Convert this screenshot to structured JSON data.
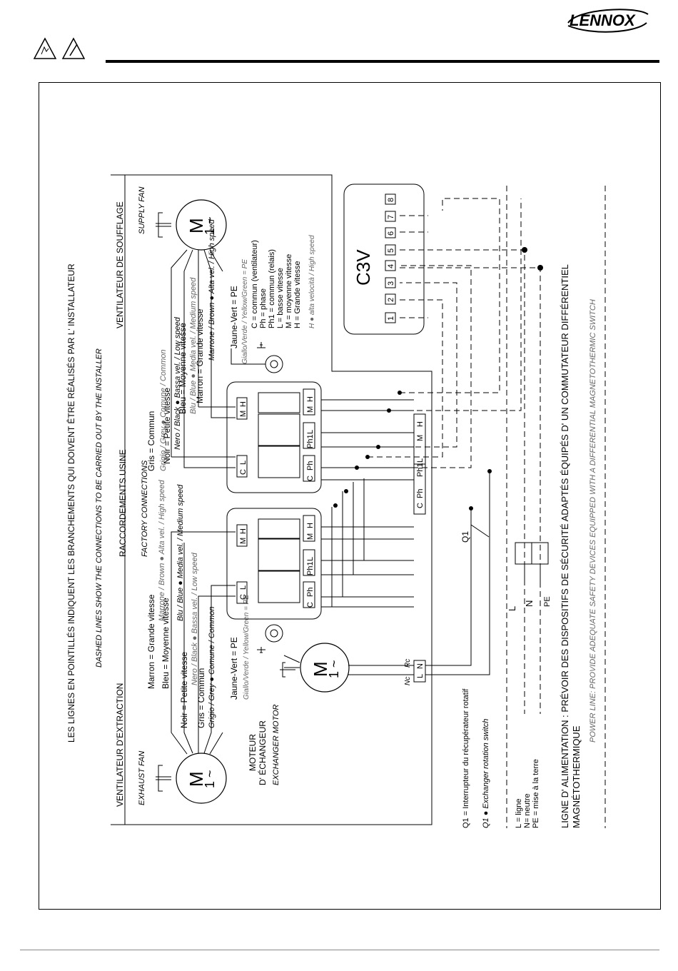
{
  "brand": "LENNOX",
  "header": {
    "warning_icons": [
      "hand-warning-icon",
      "electrical-warning-icon"
    ]
  },
  "diagram": {
    "title_fr": "LES LIGNES EN POINTILLÉS INDIQUENT LES BRANCHEMENTS QUI DOIVENT ÊTRE RÉALISÉS PAR L'    INSTALLATEUR",
    "title_en": "DASHED LINES SHOW THE CONNECTIONS TO BE CARRIED OUT BY THE INSTALLER",
    "exhaust_fan_fr": "VENTILATEUR D'EXTRACTION",
    "exhaust_fan_en": "EXHAUST FAN",
    "factory_fr": "RACCORDEMENTS USINE",
    "factory_en": "FACTORY CONNECTIONS",
    "supply_fan_fr": "VENTILATEUR DE SOUFFLAGE",
    "supply_fan_en": "SUPPLY FAN",
    "motor_symbol": "M",
    "motor_phase": "1 ~",
    "exhaust_wires": [
      {
        "fr": "Marron = Grande vitesse",
        "en": "Marrone / Brown ● Alta vel. / High speed"
      },
      {
        "fr": "Bleu = Moyenne vitesse",
        "en": "Blu / Blue ● Media vel. / Medium speed"
      },
      {
        "fr": "Noir = Petite vitesse",
        "en": "Nero / Black ● Bassa vel. / Low speed"
      },
      {
        "fr": "Gris = Commun",
        "en": "Grigio / Grey ● Comune / Common"
      }
    ],
    "supply_wires": [
      {
        "fr": "Gris = Commun",
        "en": "Grigio / Grey ● Comune / Common"
      },
      {
        "fr": "Noir = Petite vitesse",
        "en": "Nero / Black ● Bassa vel. / Low speed"
      },
      {
        "fr": "Bleu = Moyenne vitesse",
        "en": "Blu / Blue ● Media vel. / Medium speed"
      },
      {
        "fr": "Marron = Grande vitesse",
        "en": "Marrone / Brown ● Alta vel. / High speed"
      }
    ],
    "earth_fr": "Jaune-Vert = PE",
    "earth_en": "Giallo/Verde / Yellow/Green = PE",
    "exchanger_fr_1": "MOTEUR",
    "exchanger_fr_2": "D'    ÉCHANGEUR",
    "exchanger_en": "EXCHANGER MOTOR",
    "relay_terminals_top": [
      "C",
      "L",
      "M",
      "H"
    ],
    "relay_terminals_bottom": [
      "C",
      "Ph",
      "Ph1",
      "L",
      "M",
      "H"
    ],
    "c3v_label": "C3V",
    "c3v_terminals": [
      "1",
      "2",
      "3",
      "4",
      "5",
      "6",
      "7",
      "8"
    ],
    "legend": [
      "C = commun (ventilateur)",
      "Ph = phase",
      "Ph1 = commun (relais)",
      "L = basse vitesse",
      "M = moyenne vitesse",
      "H = Grande vitesse"
    ],
    "legend_en": "H ● alta velocità / High speed",
    "strip_terminals": [
      "C",
      "Ph",
      "Ph1",
      "L",
      "M",
      "H"
    ],
    "exchanger_terminals": [
      "L",
      "N"
    ],
    "rc_labels": [
      "Rc",
      "Nc"
    ],
    "switch_label": "Q1",
    "switch_fr": "Q1 = Interrupteur du récupérateur rotatif",
    "switch_en": "Q1 ● Exchanger rotation switch",
    "supply_legend": [
      "L = ligne",
      "N= neutre",
      "PE = mise à la terre"
    ],
    "supply_letters": [
      "L",
      "N",
      "PE"
    ],
    "power_fr_1": "LIGNE D'    ALIMENTATION : PRÉVOIR DES DISPOSITIFS DE SÉCURITÉ ADAPTÉS ÉQUIPÉS D'    UN COMMUTATEUR DIFFÉRENTIEL",
    "power_fr_2": "MAGNÉTOTHERMIQUE",
    "power_en": "POWER LINE: PROVIDE ADEQUATE SAFETY DEVICES EQUIPPED WITH A DIFFERENTIAL MAGNETOTHERMIC SWITCH"
  }
}
